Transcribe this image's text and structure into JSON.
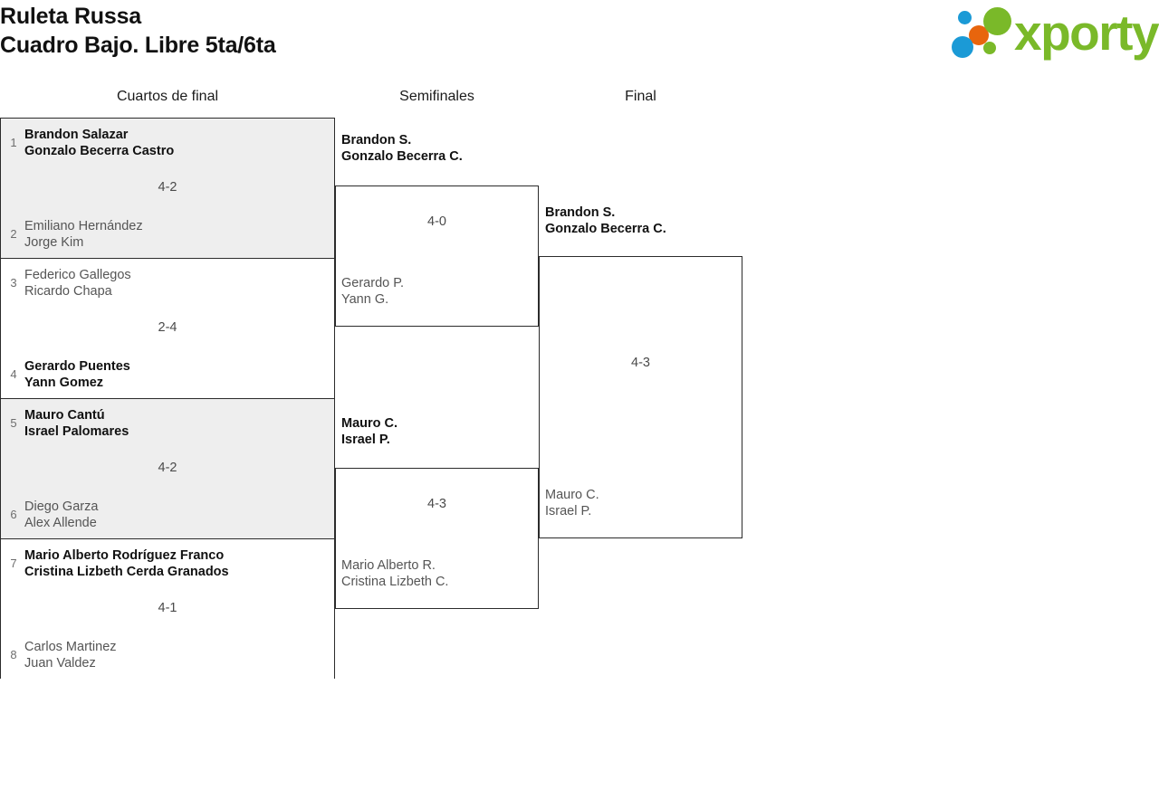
{
  "header": {
    "title_line1": "Ruleta Russa",
    "title_line2": "Cuadro Bajo. Libre 5ta/6ta",
    "logo_word": "xporty",
    "logo_colors": {
      "green": "#7ab929",
      "blue": "#1b9ad6",
      "orange": "#e8650d"
    }
  },
  "rounds": [
    {
      "label": "Cuartos de final"
    },
    {
      "label": "Semifinales"
    },
    {
      "label": "Final"
    }
  ],
  "quarterfinals": [
    {
      "score": "4-2",
      "top": {
        "seed": "1",
        "line1": "Brandon Salazar",
        "line2": "Gonzalo Becerra Castro",
        "winner": true
      },
      "bottom": {
        "seed": "2",
        "line1": "Emiliano Hernández",
        "line2": "Jorge Kim",
        "winner": false
      }
    },
    {
      "score": "2-4",
      "top": {
        "seed": "3",
        "line1": "Federico Gallegos",
        "line2": "Ricardo Chapa",
        "winner": false
      },
      "bottom": {
        "seed": "4",
        "line1": "Gerardo Puentes",
        "line2": "Yann Gomez",
        "winner": true
      }
    },
    {
      "score": "4-2",
      "top": {
        "seed": "5",
        "line1": "Mauro Cantú",
        "line2": "Israel Palomares",
        "winner": true
      },
      "bottom": {
        "seed": "6",
        "line1": "Diego Garza",
        "line2": "Alex Allende",
        "winner": false
      }
    },
    {
      "score": "4-1",
      "top": {
        "seed": "7",
        "line1": "Mario Alberto Rodríguez Franco",
        "line2": "Cristina Lizbeth Cerda Granados",
        "winner": true
      },
      "bottom": {
        "seed": "8",
        "line1": "Carlos Martinez",
        "line2": "Juan Valdez",
        "winner": false
      }
    }
  ],
  "semifinals": [
    {
      "score": "4-0",
      "top": {
        "line1": "Brandon S.",
        "line2": "Gonzalo Becerra C.",
        "winner": true
      },
      "bottom": {
        "line1": "Gerardo P.",
        "line2": "Yann G.",
        "winner": false
      }
    },
    {
      "score": "4-3",
      "top": {
        "line1": "Mauro C.",
        "line2": "Israel P.",
        "winner": true
      },
      "bottom": {
        "line1": "Mario Alberto R.",
        "line2": "Cristina Lizbeth C.",
        "winner": false
      }
    }
  ],
  "final": [
    {
      "score": "4-3",
      "top": {
        "line1": "Brandon S.",
        "line2": "Gonzalo Becerra C.",
        "winner": true
      },
      "bottom": {
        "line1": "Mauro C.",
        "line2": "Israel P.",
        "winner": false
      }
    }
  ]
}
